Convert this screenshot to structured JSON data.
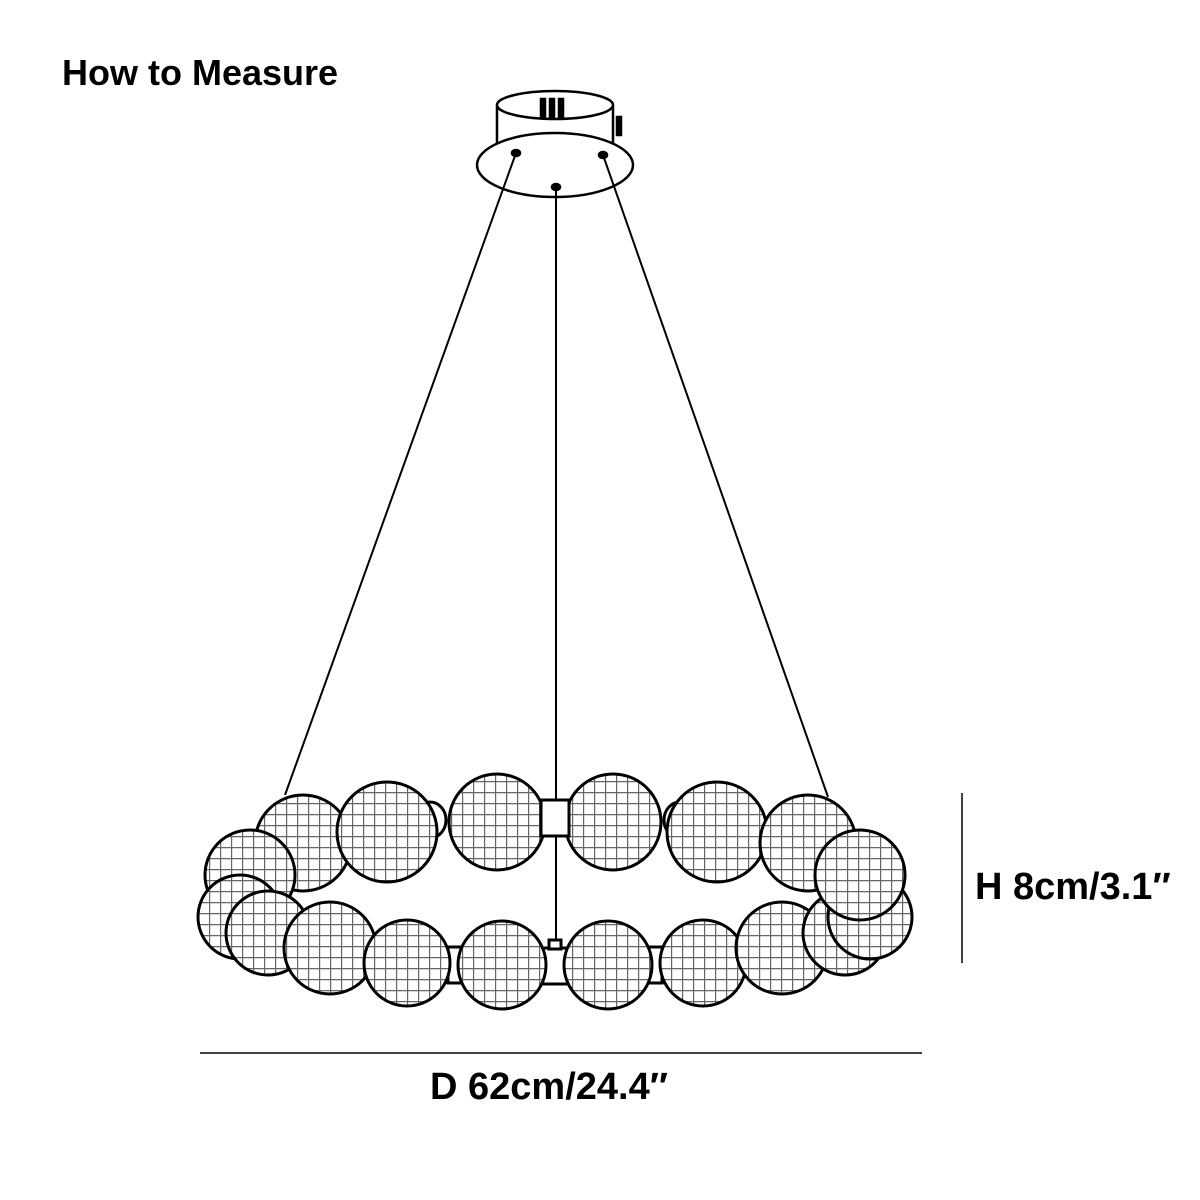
{
  "title": "How to Measure",
  "dimensions": {
    "height": "H 8cm/3.1″",
    "diameter": "D 62cm/24.4″"
  },
  "colors": {
    "line": "#000000",
    "background": "#ffffff",
    "grid": "#555555"
  }
}
